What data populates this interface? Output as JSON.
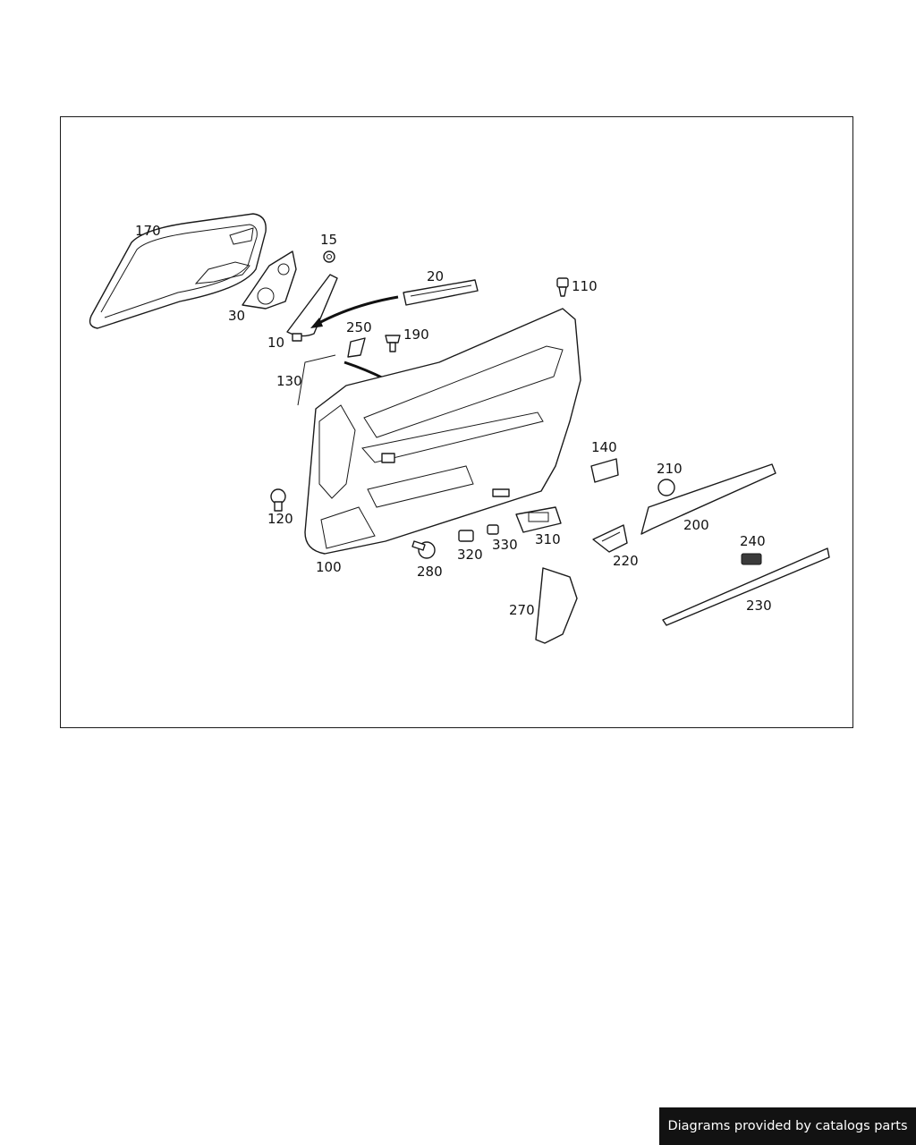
{
  "diagram": {
    "callouts": [
      {
        "id": "170",
        "label": "170"
      },
      {
        "id": "15",
        "label": "15"
      },
      {
        "id": "20",
        "label": "20"
      },
      {
        "id": "110",
        "label": "110"
      },
      {
        "id": "30",
        "label": "30"
      },
      {
        "id": "10",
        "label": "10"
      },
      {
        "id": "250",
        "label": "250"
      },
      {
        "id": "190",
        "label": "190"
      },
      {
        "id": "130",
        "label": "130"
      },
      {
        "id": "140",
        "label": "140"
      },
      {
        "id": "210",
        "label": "210"
      },
      {
        "id": "200",
        "label": "200"
      },
      {
        "id": "120",
        "label": "120"
      },
      {
        "id": "100",
        "label": "100"
      },
      {
        "id": "280",
        "label": "280"
      },
      {
        "id": "320",
        "label": "320"
      },
      {
        "id": "330",
        "label": "330"
      },
      {
        "id": "310",
        "label": "310"
      },
      {
        "id": "220",
        "label": "220"
      },
      {
        "id": "240",
        "label": "240"
      },
      {
        "id": "230",
        "label": "230"
      },
      {
        "id": "270",
        "label": "270"
      }
    ],
    "colors": {
      "line": "#1a1a1a",
      "background": "#ffffff"
    }
  },
  "footer": {
    "credit": "Diagrams provided by catalogs parts",
    "background": "#121212",
    "text_color": "#ffffff"
  }
}
